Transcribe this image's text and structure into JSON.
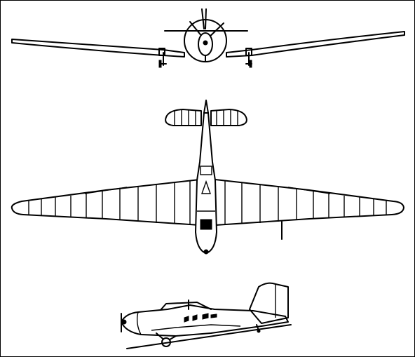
{
  "drawing": {
    "views": [
      {
        "id": "front",
        "icon": "aircraft-front-view"
      },
      {
        "id": "top",
        "icon": "aircraft-top-view"
      },
      {
        "id": "side",
        "icon": "aircraft-side-view"
      }
    ],
    "ink_color": "#000000",
    "paper_color": "#ffffff"
  }
}
